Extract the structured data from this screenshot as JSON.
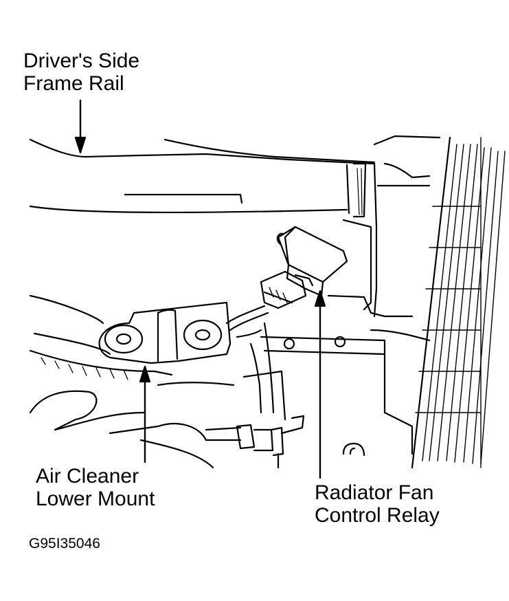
{
  "labels": {
    "frame_rail": {
      "line1": "Driver's Side",
      "line2": "Frame Rail"
    },
    "air_cleaner_mount": {
      "line1": "Air Cleaner",
      "line2": "Lower Mount"
    },
    "fan_relay": {
      "line1": "Radiator Fan",
      "line2": "Control Relay"
    }
  },
  "figure_id": "G95I35046",
  "colors": {
    "ink": "#000000",
    "paper": "#ffffff"
  },
  "icons": [
    "arrow-down",
    "arrow-up"
  ]
}
